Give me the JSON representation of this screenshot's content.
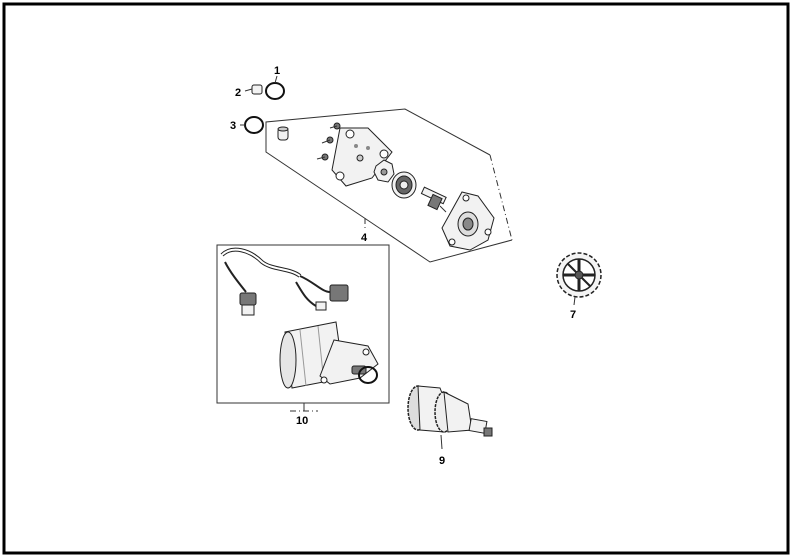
{
  "diagram": {
    "callouts": [
      {
        "id": "1",
        "label": "1"
      },
      {
        "id": "2",
        "label": "2"
      },
      {
        "id": "3",
        "label": "3"
      },
      {
        "id": "4",
        "label": "4"
      },
      {
        "id": "7",
        "label": "7"
      },
      {
        "id": "9",
        "label": "9"
      },
      {
        "id": "10",
        "label": "10"
      }
    ]
  },
  "colors": {
    "ink": "#000000",
    "part_fill": "#f2f2f2",
    "part_shade": "#777777"
  }
}
